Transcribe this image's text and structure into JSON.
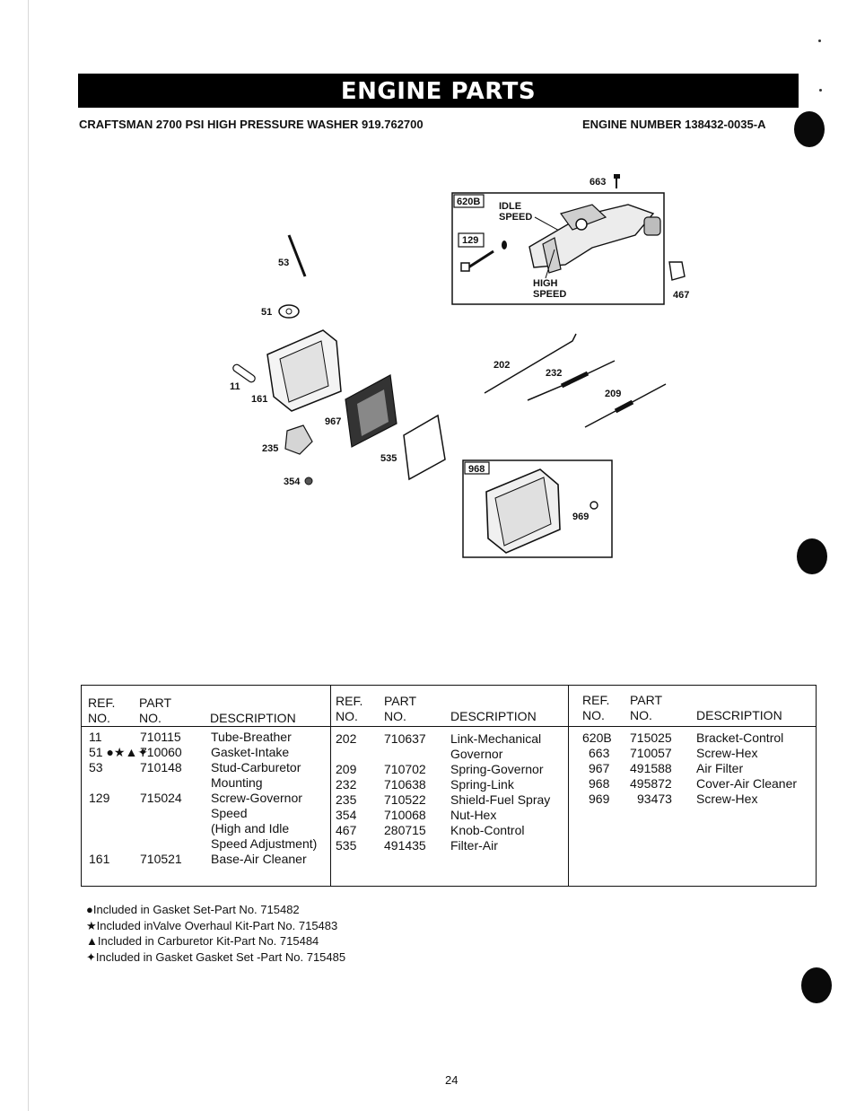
{
  "page": {
    "title": "ENGINE PARTS",
    "model": "CRAFTSMAN 2700 PSI HIGH PRESSURE WASHER 919.762700",
    "engine": "ENGINE NUMBER 138432-0035-A",
    "page_number": "24"
  },
  "diagram": {
    "callouts": {
      "c663": "663",
      "c620b": "620B",
      "c129": "129",
      "idle": "IDLE",
      "speed1": "SPEED",
      "high": "HIGH",
      "speed2": "SPEED",
      "c467": "467",
      "c53": "53",
      "c51": "51",
      "c11": "11",
      "c161": "161",
      "c967": "967",
      "c235": "235",
      "c354": "354",
      "c535": "535",
      "c202": "202",
      "c232": "232",
      "c209": "209",
      "c968": "968",
      "c969": "969"
    }
  },
  "table": {
    "headers": {
      "ref": "REF.",
      "no": "NO.",
      "part": "PART",
      "no2": "NO.",
      "desc": "DESCRIPTION"
    },
    "columns": [
      {
        "rows": [
          {
            "ref": "11",
            "part": "710115",
            "desc": "Tube-Breather"
          },
          {
            "ref": "51 ●★▲✦",
            "part": "710060",
            "desc": "Gasket-Intake"
          },
          {
            "ref": "53",
            "part": "710148",
            "desc": "Stud-Carburetor"
          },
          {
            "ref": "",
            "part": "",
            "desc": "Mounting"
          },
          {
            "ref": "129",
            "part": "715024",
            "desc": "Screw-Governor"
          },
          {
            "ref": "",
            "part": "",
            "desc": "Speed"
          },
          {
            "ref": "",
            "part": "",
            "desc": "(High and Idle"
          },
          {
            "ref": "",
            "part": "",
            "desc": "Speed Adjustment)"
          },
          {
            "ref": "161",
            "part": "710521",
            "desc": "Base-Air Cleaner"
          }
        ]
      },
      {
        "rows": [
          {
            "ref": "202",
            "part": "710637",
            "desc": "Link-Mechanical"
          },
          {
            "ref": "",
            "part": "",
            "desc": "Governor"
          },
          {
            "ref": "209",
            "part": "710702",
            "desc": "Spring-Governor"
          },
          {
            "ref": "232",
            "part": "710638",
            "desc": "Spring-Link"
          },
          {
            "ref": "235",
            "part": "710522",
            "desc": "Shield-Fuel Spray"
          },
          {
            "ref": "354",
            "part": "710068",
            "desc": "Nut-Hex"
          },
          {
            "ref": "467",
            "part": "280715",
            "desc": "Knob-Control"
          },
          {
            "ref": "535",
            "part": "491435",
            "desc": "Filter-Air"
          }
        ]
      },
      {
        "rows": [
          {
            "ref": "620B",
            "part": "715025",
            "desc": "Bracket-Control"
          },
          {
            "ref": "663",
            "part": "710057",
            "desc": "Screw-Hex"
          },
          {
            "ref": "967",
            "part": "491588",
            "desc": "Air Filter"
          },
          {
            "ref": "968",
            "part": "495872",
            "desc": "Cover-Air Cleaner"
          },
          {
            "ref": "969",
            "part": "93473",
            "desc": "Screw-Hex"
          }
        ]
      }
    ]
  },
  "notes": [
    "●Included in Gasket Set-Part No. 715482",
    "★Included inValve Overhaul Kit-Part No. 715483",
    "▲Included in Carburetor Kit-Part No. 715484",
    "✦Included in Gasket Gasket Set -Part No. 715485"
  ]
}
